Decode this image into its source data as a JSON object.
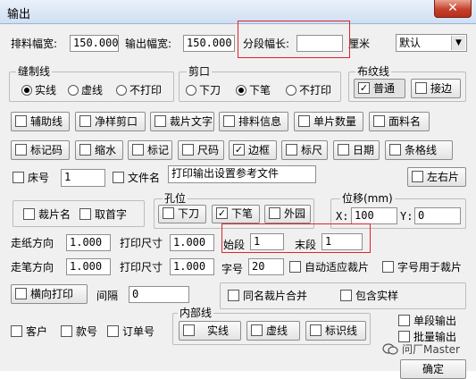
{
  "window": {
    "title": "输出",
    "close_symbol": "✕"
  },
  "row1": {
    "cut_width_label": "排料幅宽:",
    "cut_width_value": "150.000",
    "out_width_label": "输出幅宽:",
    "out_width_value": "150.000",
    "seg_width_label": "分段幅长:",
    "seg_width_value": "",
    "unit_label": "厘米",
    "unit_select": "默认"
  },
  "seam": {
    "title": "缝制线",
    "opt1": "实线",
    "opt2": "虚线",
    "opt3": "不打印",
    "selected": "opt1"
  },
  "cut": {
    "title": "剪口",
    "opt1": "下刀",
    "opt2": "下笔",
    "opt3": "不打印",
    "selected": "opt2"
  },
  "grain": {
    "title": "布纹线",
    "opt1": "普通",
    "opt1_checked": true,
    "opt2": "接边",
    "opt2_checked": false
  },
  "checks_row1": [
    {
      "label": "辅助线",
      "checked": false
    },
    {
      "label": "净样剪口",
      "checked": false
    },
    {
      "label": "裁片文字",
      "checked": false
    },
    {
      "label": "排料信息",
      "checked": false
    },
    {
      "label": "单片数量",
      "checked": false
    },
    {
      "label": "面料名",
      "checked": false
    }
  ],
  "checks_row2": [
    {
      "label": "标记码",
      "checked": false
    },
    {
      "label": "缩水",
      "checked": false
    },
    {
      "label": "标记",
      "checked": false
    },
    {
      "label": "尺码",
      "checked": false
    },
    {
      "label": "边框",
      "checked": true
    },
    {
      "label": "标尺",
      "checked": false
    },
    {
      "label": "日期",
      "checked": false
    },
    {
      "label": "条格线",
      "checked": false
    }
  ],
  "bed": {
    "label": "床号",
    "value": "1"
  },
  "filename": {
    "label": "文件名",
    "value": "打印输出设置参考文件"
  },
  "left_right": {
    "label": "左右片"
  },
  "piece_name": {
    "label": "裁片名",
    "checked": false
  },
  "first_char": {
    "label": "取首字",
    "checked": false
  },
  "hole": {
    "title": "孔位",
    "opt1": "下刀",
    "opt1_checked": false,
    "opt2": "下笔",
    "opt2_checked": true,
    "opt3": "外园",
    "opt3_checked": false
  },
  "offset": {
    "title": "位移(mm)",
    "x_label": "X:",
    "x_value": "100",
    "y_label": "Y:",
    "y_value": "0"
  },
  "paper": {
    "label": "走纸方向",
    "value": "1.000",
    "print_size_label": "打印尺寸",
    "print_size_value": "1.000"
  },
  "pen": {
    "label": "走笔方向",
    "value": "1.000",
    "print_size_label": "打印尺寸",
    "print_size_value": "1.000"
  },
  "segment": {
    "start_label": "始段",
    "start_value": "1",
    "end_label": "末段",
    "end_value": "1"
  },
  "font_size": {
    "label": "字号",
    "value": "20"
  },
  "auto_fit": {
    "label": "自动适应裁片",
    "checked": false
  },
  "font_for_piece": {
    "label": "字号用于裁片",
    "checked": false
  },
  "landscape": {
    "label": "横向打印"
  },
  "gap": {
    "label": "间隔",
    "value": "0"
  },
  "merge": {
    "label": "同名裁片合并",
    "checked": false
  },
  "contain_sample": {
    "label": "包含实样",
    "checked": false
  },
  "client": {
    "label": "客户",
    "checked": false
  },
  "style_no": {
    "label": "款号",
    "checked": false
  },
  "order_no": {
    "label": "订单号",
    "checked": false
  },
  "inner_line": {
    "title": "内部线",
    "opt1": "实线",
    "opt2": "虚线",
    "opt3": "标识线"
  },
  "single_output": {
    "label": "单段输出",
    "checked": false
  },
  "batch_output": {
    "label": "批量输出",
    "checked": false
  },
  "watermark": {
    "text": "问厂Master"
  },
  "ok_button": {
    "label": "确定"
  },
  "colors": {
    "highlight": "#e0232c",
    "dialog_bg": "#f0f0f0"
  }
}
